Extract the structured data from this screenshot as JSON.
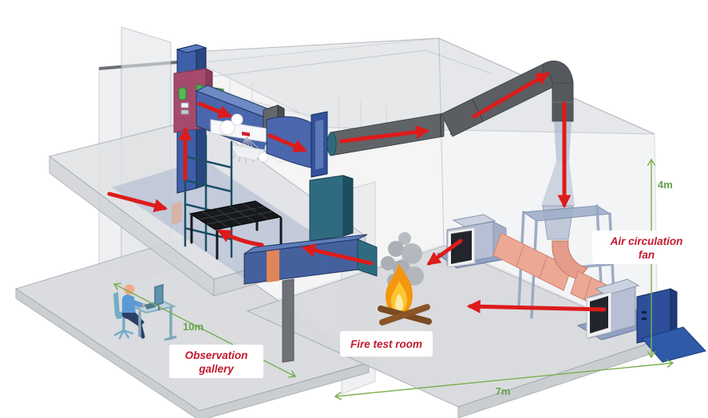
{
  "diagram": {
    "type": "isometric-facility-cutaway",
    "callouts": {
      "air_fan": {
        "line1": "Air circulation",
        "line2": "fan"
      },
      "fire_room": {
        "text": "Fire test room"
      },
      "gallery": {
        "line1": "Observation",
        "line2": "gallery"
      }
    },
    "dimensions": {
      "room_height": "4m",
      "gallery_length": "10m",
      "room_width": "7m"
    },
    "icons": {
      "fire": "campfire-icon",
      "smoke": "smoke-puffs-icon",
      "operator": "person-at-desk-icon",
      "hood": "smoke-collection-hood-icon",
      "flow": "red-flow-arrows",
      "dimension": "green-dimension-arrows"
    },
    "colors": {
      "flow_arrow": "#dd1b1b",
      "dimension": "#64a348",
      "callout_text": "#c2192e",
      "duct_blue": "#4a67ad",
      "pipe_gray": "#5f6368",
      "fan_body": "#b6bfd4",
      "fan_duct_salmon": "#edа895",
      "panel_crimson": "#a64a6d",
      "accent_green": "#4caf50",
      "structure_gray": "#e3e5e8",
      "flame_orange": "#f5960f",
      "flame_yellow": "#fbc631",
      "smoke_gray": "#a9adb3",
      "external_fan_blue": "#2d4f99"
    }
  }
}
